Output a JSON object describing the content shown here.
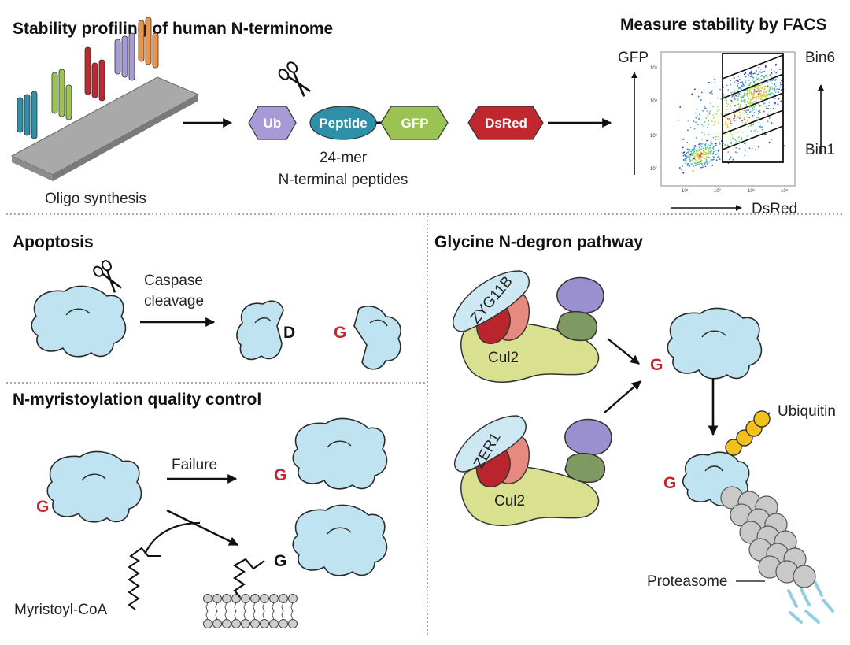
{
  "panels": {
    "top_left_title": "Stability profiling of human N-terminome",
    "top_right_title": "Measure stability by FACS",
    "apoptosis_title": "Apoptosis",
    "myristoylation_title": "N-myristoylation quality control",
    "glycine_title": "Glycine N-degron pathway"
  },
  "library": {
    "oligo_label": "Oligo synthesis",
    "chips": {
      "ub": "Ub",
      "peptide": "Peptide",
      "gfp": "GFP",
      "dsred": "DsRed"
    },
    "peptide_desc_line1": "24-mer",
    "peptide_desc_line2": "N-terminal peptides"
  },
  "facs": {
    "y_axis": "GFP",
    "x_axis": "DsRed",
    "bin_top": "Bin6",
    "bin_bottom": "Bin1",
    "x_ticks": [
      "10¹",
      "10²",
      "10³",
      "10⁴"
    ],
    "y_ticks": [
      "10²",
      "10³",
      "10⁴",
      "10⁵"
    ]
  },
  "apoptosis": {
    "caspase_line1": "Caspase",
    "caspase_line2": "cleavage",
    "fragment_d": "D",
    "fragment_g": "G"
  },
  "myristoylation": {
    "failure": "Failure",
    "g_left": "G",
    "g_top": "G",
    "g_bottom": "G",
    "myristoyl_coa": "Myristoyl-CoA"
  },
  "glycine": {
    "zyg11b": "ZYG11B",
    "zer1": "ZER1",
    "cul2_top": "Cul2",
    "cul2_bottom": "Cul2",
    "g_target": "G",
    "g_proteasome": "G",
    "ubiquitin": "Ubiquitin",
    "proteasome": "Proteasome"
  },
  "colors": {
    "ub": "#a79ad6",
    "peptide": "#2d8fa8",
    "gfp": "#9bc353",
    "dsred": "#c0282d",
    "protein": "#bfe3f0",
    "cul2": "#d9e08f",
    "ubiquitin": "#f2c21b",
    "proteasome": "#c9c9c9",
    "g_residue": "#c0282d"
  }
}
